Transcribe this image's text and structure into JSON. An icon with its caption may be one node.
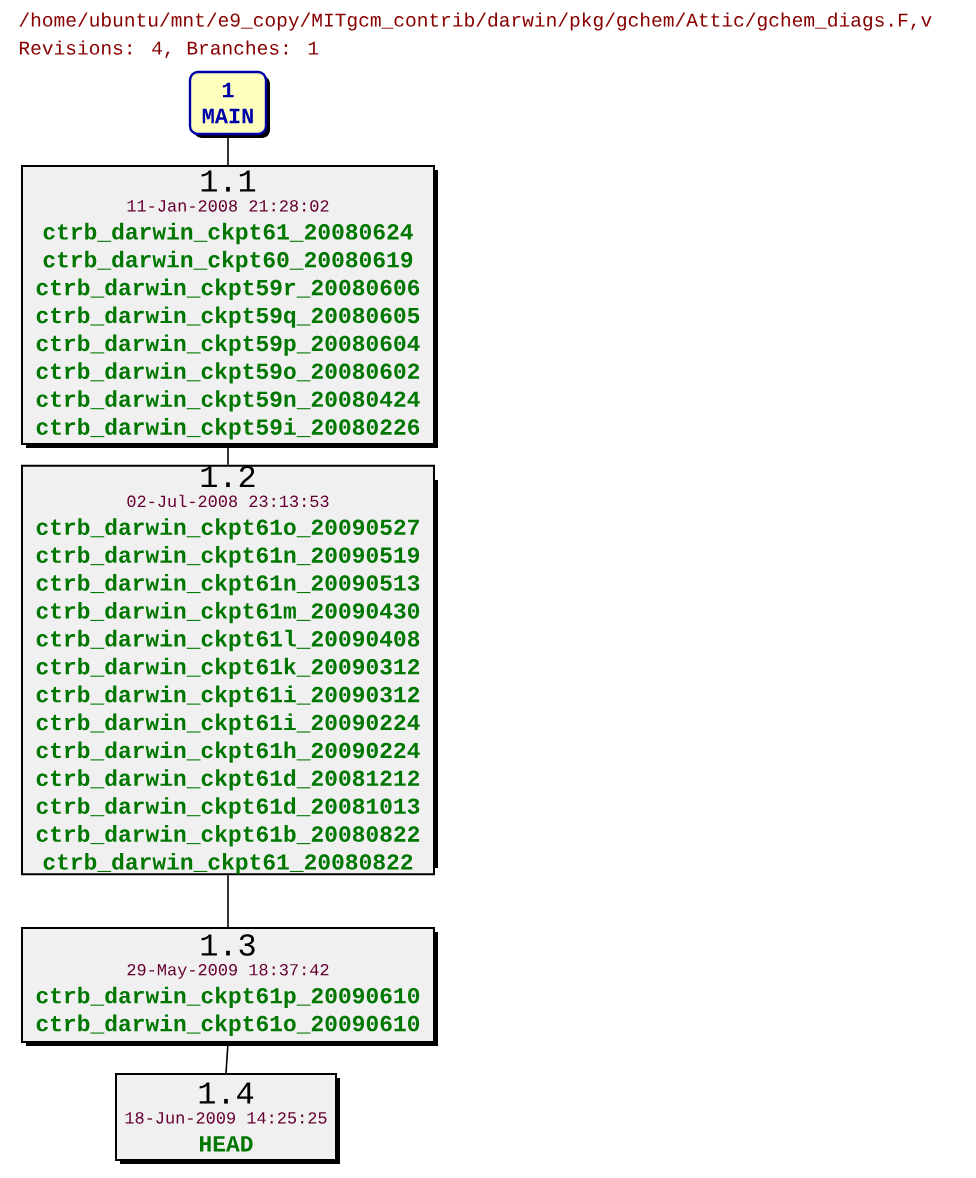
{
  "diagram": {
    "nodes": [
      {
        "text": [
          "1",
          "MAIN"
        ]
      },
      {
        "text": [
          "1.1",
          "11-Jan-2008 21:28:02",
          "ctrb_darwin_ckpt61_20080624",
          "ctrb_darwin_ckpt60_20080619",
          "ctrb_darwin_ckpt59r_20080606",
          "ctrb_darwin_ckpt59q_20080605",
          "ctrb_darwin_ckpt59p_20080604",
          "ctrb_darwin_ckpt59o_20080602",
          "ctrb_darwin_ckpt59n_20080424",
          "ctrb_darwin_ckpt59i_20080226"
        ]
      },
      {
        "text": [
          "1.2",
          "02-Jul-2008 23:13:53",
          "ctrb_darwin_ckpt61o_20090527",
          "ctrb_darwin_ckpt61n_20090519",
          "ctrb_darwin_ckpt61n_20090513",
          "ctrb_darwin_ckpt61m_20090430",
          "ctrb_darwin_ckpt61l_20090408",
          "ctrb_darwin_ckpt61k_20090312",
          "ctrb_darwin_ckpt61i_20090312",
          "ctrb_darwin_ckpt61i_20090224",
          "ctrb_darwin_ckpt61h_20090224",
          "ctrb_darwin_ckpt61d_20081212",
          "ctrb_darwin_ckpt61d_20081013",
          "ctrb_darwin_ckpt61b_20080822",
          "ctrb_darwin_ckpt61_20080822"
        ]
      },
      {
        "text": [
          "1.3",
          "29-May-2009 18:37:42",
          "ctrb_darwin_ckpt61p_20090610",
          "ctrb_darwin_ckpt61o_20090610"
        ]
      },
      {
        "text": [
          "1.4",
          "18-Jun-2009 14:25:25",
          "HEAD"
        ]
      }
    ],
    "edges": [
      {
        "from": 0,
        "to": 1,
        "arrow": "none"
      },
      {
        "from": 1,
        "to": 2,
        "arrow": "none"
      },
      {
        "from": 2,
        "to": 3,
        "arrow": "none"
      },
      {
        "from": 3,
        "to": 4,
        "arrow": "none"
      }
    ],
    "labels": [
      "/home/ubuntu/mnt/e9_copy/MITgcm_contrib/darwin/pkg/gchem/Attic/gchem_diags.F,v",
      "Revisions: 4, Branches: 1"
    ]
  }
}
